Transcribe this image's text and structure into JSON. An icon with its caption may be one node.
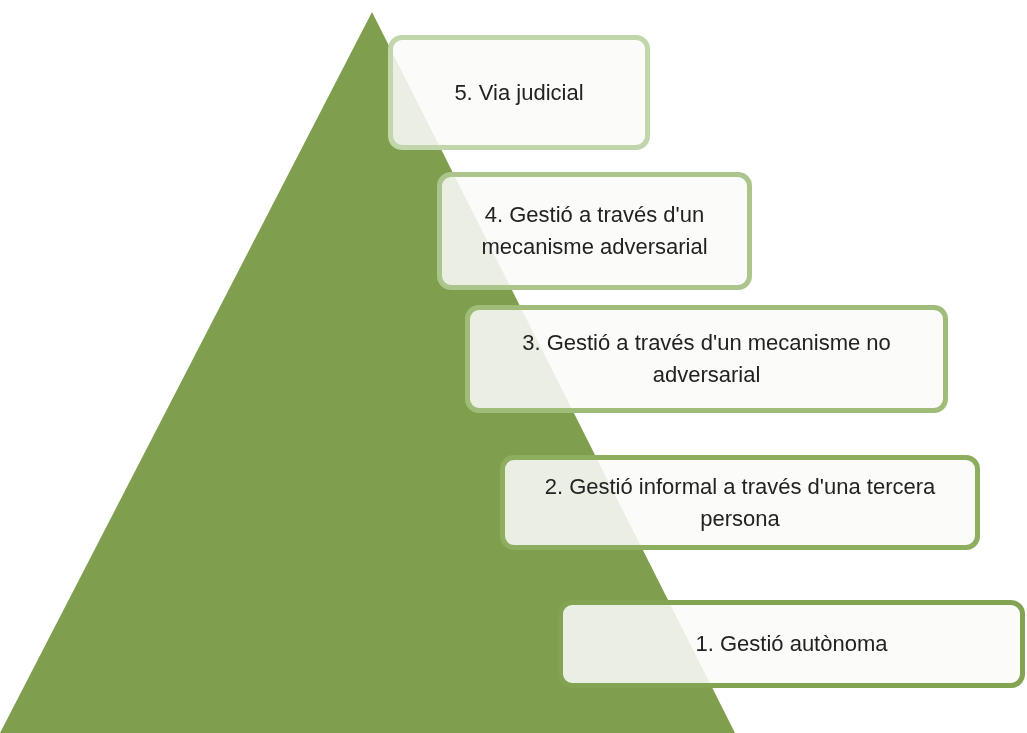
{
  "diagram": {
    "nodes": [
      {
        "text": [
          "5. Via judicial"
        ]
      },
      {
        "text": [
          "4. Gestió a través d'un mecanisme adversarial"
        ]
      },
      {
        "text": [
          "3. Gestió a través d'un mecanisme no adversarial"
        ]
      },
      {
        "text": [
          "2. Gestió informal a través d'una tercera persona"
        ]
      },
      {
        "text": [
          "1. Gestió autònoma"
        ]
      }
    ]
  }
}
